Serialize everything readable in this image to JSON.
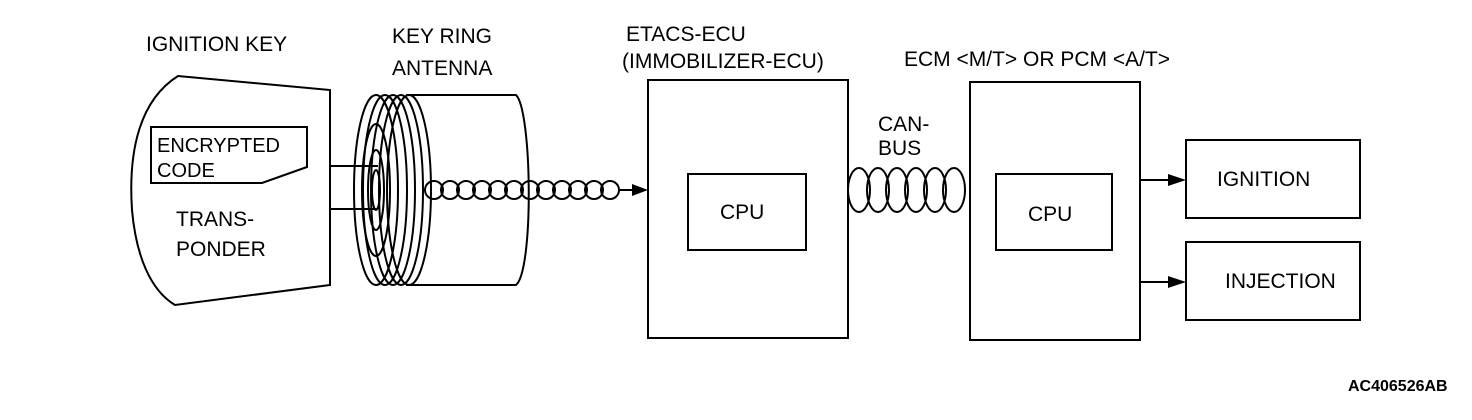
{
  "labels": {
    "ignition_key": "IGNITION KEY",
    "key_ring_line1": "KEY RING",
    "key_ring_line2": "ANTENNA",
    "etacs_line1": "ETACS-ECU",
    "etacs_line2": "(IMMOBILIZER-ECU)",
    "ecm_pcm": "ECM <M/T> OR PCM <A/T>",
    "encrypted_line1": "ENCRYPTED",
    "encrypted_line2": "CODE",
    "transponder_line1": "TRANS-",
    "transponder_line2": "PONDER",
    "can_line1": "CAN-",
    "can_line2": "BUS",
    "cpu_etacs": "CPU",
    "cpu_ecm": "CPU",
    "ignition": "IGNITION",
    "injection": "INJECTION",
    "figure_code": "AC406526AB"
  }
}
